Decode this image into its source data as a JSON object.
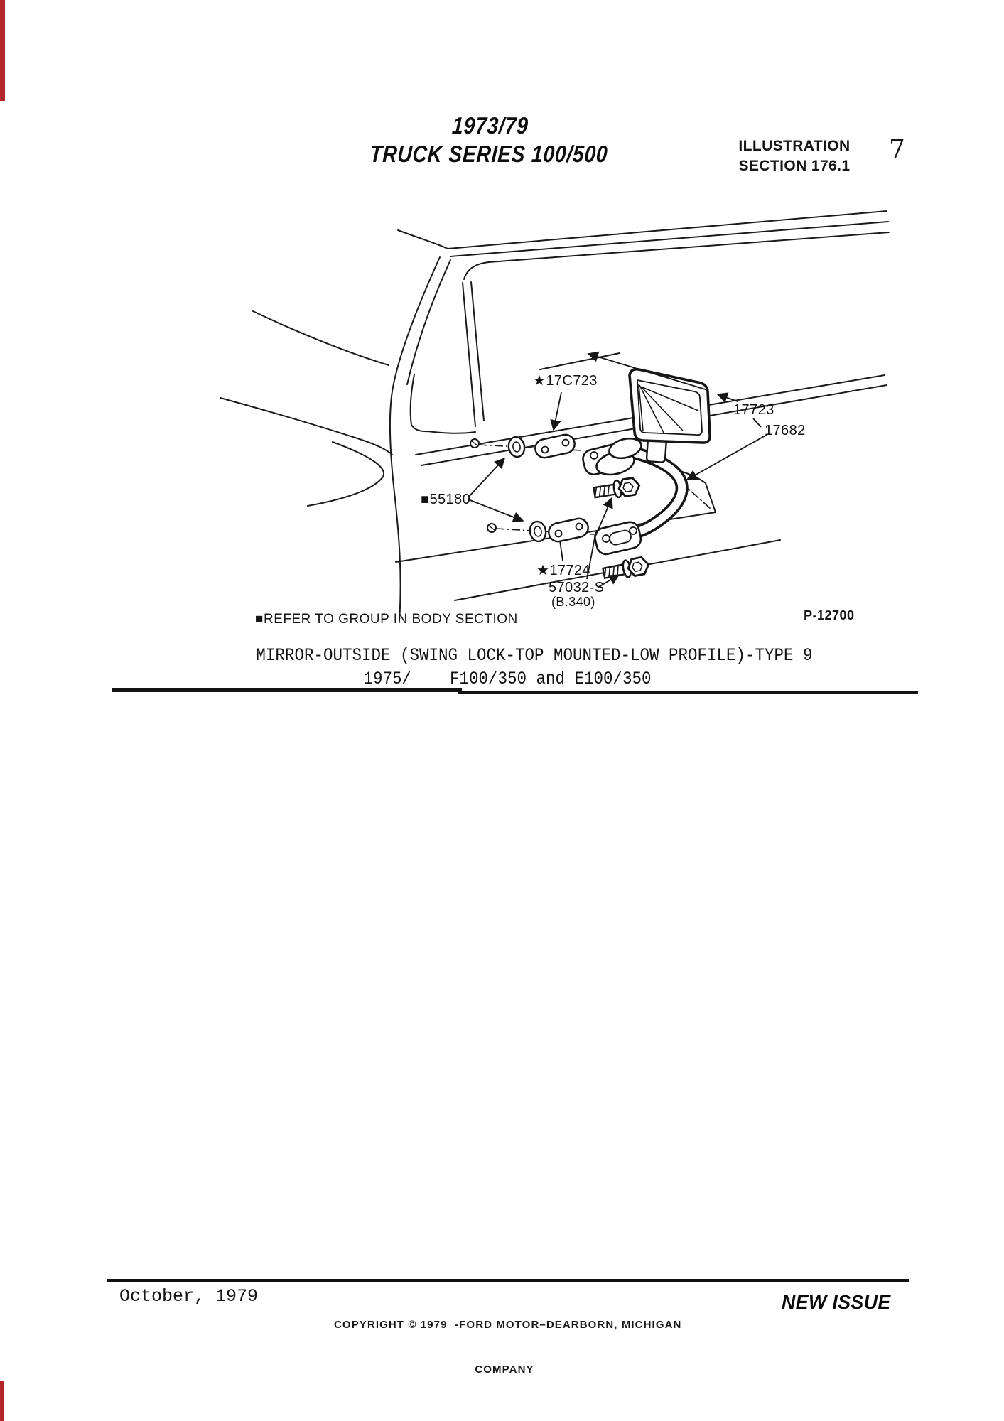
{
  "header": {
    "title_line1": "1973/79",
    "title_line2": "TRUCK SERIES 100/500",
    "illustration_line1": "ILLUSTRATION",
    "illustration_line2": "SECTION 176.1",
    "page_number": "7"
  },
  "diagram": {
    "labels": {
      "l17c723": "★17C723",
      "l17723": "17723",
      "l17682": "17682",
      "l55180": "■55180",
      "l17724": "★17724",
      "l57032s": "57032-S",
      "l57032b": "(B.340)",
      "ref_code": "P-12700",
      "note": "■REFER TO GROUP IN BODY SECTION"
    }
  },
  "caption": {
    "line1": "MIRROR-OUTSIDE (SWING LOCK-TOP MOUNTED-LOW PROFILE)-TYPE 9",
    "line2": "1975/    F100/350 and E100/350"
  },
  "footer": {
    "date": "October, 1979",
    "copyright_line1": "COPYRIGHT © 1979  -FORD MOTOR–DEARBORN, MICHIGAN",
    "copyright_line2": "COMPANY",
    "issue": "NEW ISSUE"
  },
  "colors": {
    "ink": "#161616",
    "paper": "#ffffff",
    "scan_edge_red": "#b2252b"
  }
}
